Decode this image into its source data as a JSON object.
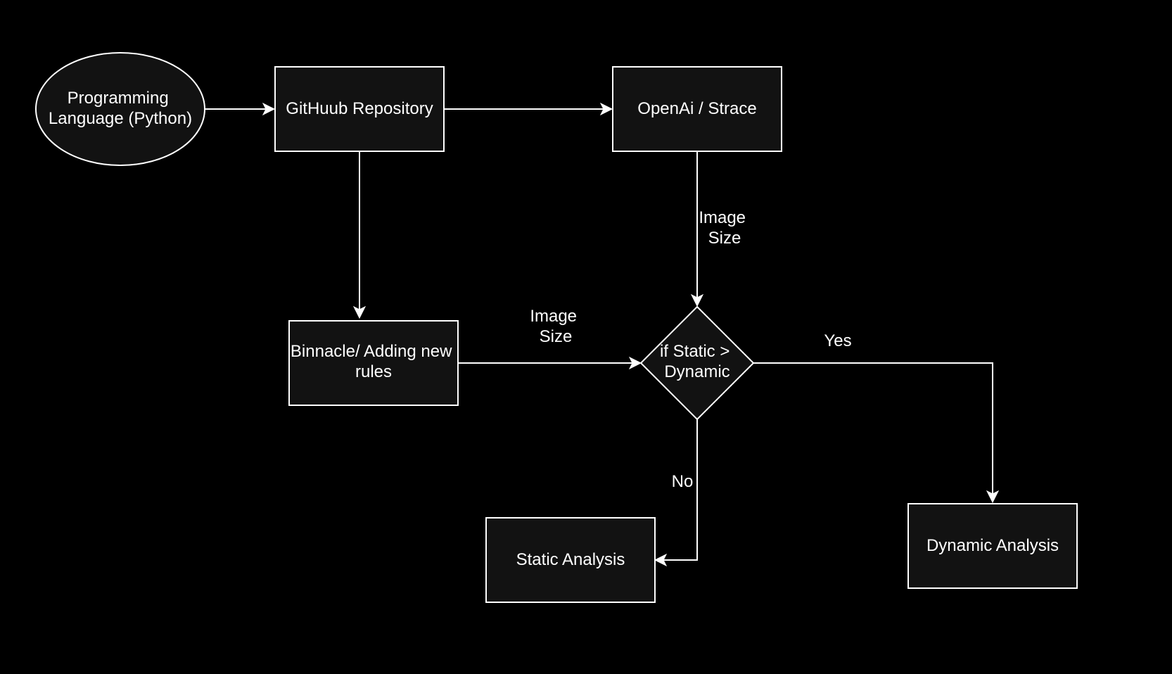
{
  "colors": {
    "background": "#000000",
    "node_fill": "#121212",
    "stroke": "#ffffff",
    "text": "#ffffff"
  },
  "nodes": {
    "language": {
      "shape": "ellipse",
      "lines": [
        "Programming",
        "Language (Python)"
      ]
    },
    "github": {
      "shape": "rectangle",
      "lines": [
        "GitHuub Repository"
      ]
    },
    "openai": {
      "shape": "rectangle",
      "lines": [
        "OpenAi / Strace"
      ]
    },
    "binnacle": {
      "shape": "rectangle",
      "lines": [
        "Binnacle/ Adding new",
        "rules"
      ]
    },
    "decision": {
      "shape": "diamond",
      "lines": [
        "if Static >",
        "Dynamic"
      ]
    },
    "static": {
      "shape": "rectangle",
      "lines": [
        "Static Analysis"
      ]
    },
    "dynamic": {
      "shape": "rectangle",
      "lines": [
        "Dynamic Analysis"
      ]
    }
  },
  "edges": {
    "language_to_github": {
      "from": "language",
      "to": "github",
      "label": []
    },
    "github_to_openai": {
      "from": "github",
      "to": "openai",
      "label": []
    },
    "github_to_binnacle": {
      "from": "github",
      "to": "binnacle",
      "label": []
    },
    "openai_to_decision": {
      "from": "openai",
      "to": "decision",
      "label": [
        "Image",
        "Size"
      ]
    },
    "binnacle_to_decision": {
      "from": "binnacle",
      "to": "decision",
      "label": [
        "Image",
        "Size"
      ]
    },
    "decision_to_dynamic": {
      "from": "decision",
      "to": "dynamic",
      "label": [
        "Yes"
      ]
    },
    "decision_to_static": {
      "from": "decision",
      "to": "static",
      "label": [
        "No"
      ]
    }
  }
}
